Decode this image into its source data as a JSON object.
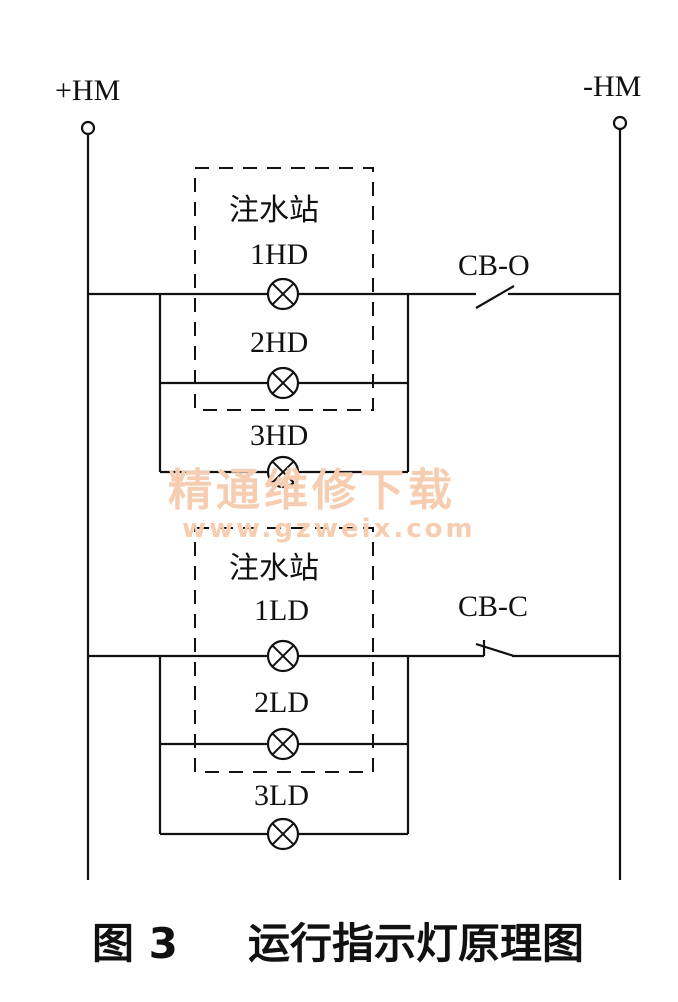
{
  "rails": {
    "positive_label": "+HM",
    "negative_label": "-HM"
  },
  "opening_group": {
    "station_label": "注水站",
    "lamps": [
      "1HD",
      "2HD",
      "3HD"
    ],
    "switch_label": "CB-O"
  },
  "closing_group": {
    "station_label": "注水站",
    "lamps": [
      "1LD",
      "2LD",
      "3LD"
    ],
    "switch_label": "CB-C"
  },
  "watermark": {
    "text_cn": "精通维修下载",
    "url": "www.gzweix.com"
  },
  "caption": {
    "figure": "图 3",
    "title": "运行指示灯原理图"
  },
  "colors": {
    "line": "#111111",
    "watermark": "#f6cdb0"
  }
}
